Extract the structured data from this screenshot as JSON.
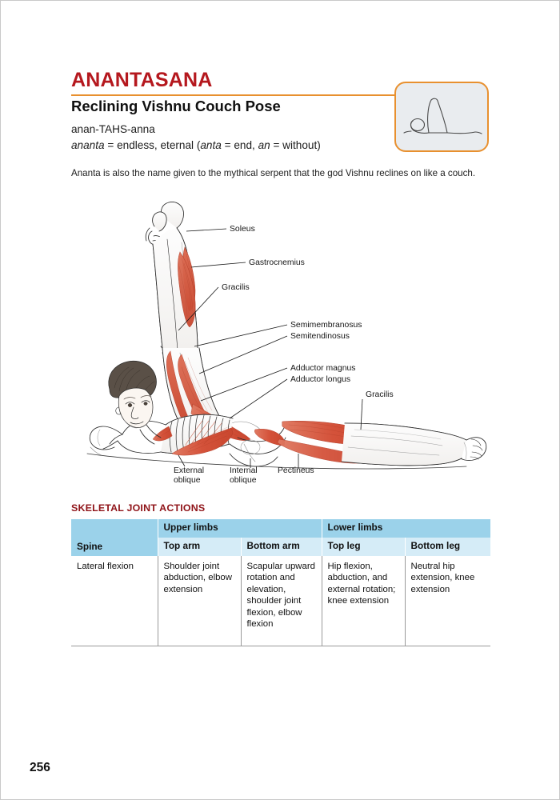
{
  "page": {
    "number": "256",
    "accent_red": "#b5181e",
    "accent_maroon": "#8f1318",
    "accent_orange": "#e8902f",
    "table_header_blue": "#9bd2ea",
    "table_subheader_blue": "#d5ecf7",
    "muscle_red": "#d9563f"
  },
  "header": {
    "sanskrit_title": "ANANTASANA",
    "english_title": "Reclining Vishnu Couch Pose",
    "pronunciation": "anan-TAHS-anna",
    "etymology": {
      "term": "ananta",
      "definition": " = endless, eternal (",
      "part1": "anta",
      "part1_def": " = end, ",
      "part2": "an",
      "part2_def": " = without)"
    },
    "description": "Ananta is also the name given to the mythical serpent that the god Vishnu reclines on like a couch."
  },
  "pose_icon": {
    "name": "reclining-vishnu-couch-pose-pictogram"
  },
  "illustration": {
    "title": "anatomical-illustration-anantasana",
    "labels": [
      "Soleus",
      "Gastrocnemius",
      "Gracilis",
      "Semimembranosus",
      "Semitendinosus",
      "Adductor magnus",
      "Adductor longus",
      "Gracilis",
      "External oblique",
      "Internal oblique",
      "Pectineus"
    ]
  },
  "table": {
    "section_title": "SKELETAL JOINT ACTIONS",
    "group_headers": [
      "",
      "Upper limbs",
      "Lower limbs"
    ],
    "column_headers": [
      "Spine",
      "Top arm",
      "Bottom arm",
      "Top leg",
      "Bottom leg"
    ],
    "rows": [
      {
        "spine": "Lateral flexion",
        "top_arm": "Shoulder joint abduction, elbow extension",
        "bottom_arm": "Scapular upward rotation and elevation, shoulder joint flexion, elbow flexion",
        "top_leg": "Hip flexion, abduction, and external rotation; knee extension",
        "bottom_leg": "Neutral hip extension, knee extension"
      }
    ]
  }
}
